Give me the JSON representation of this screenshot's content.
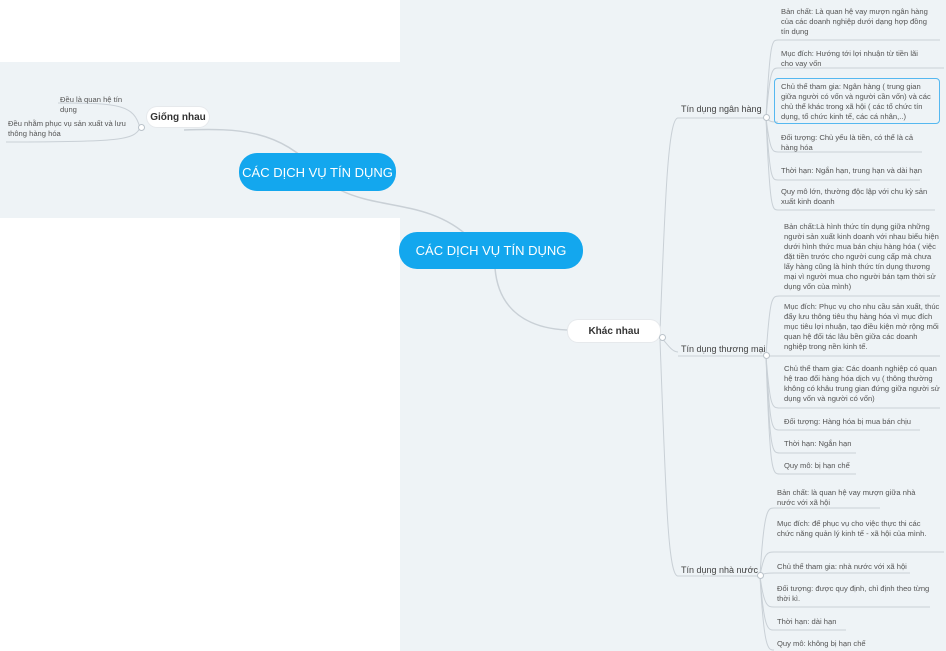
{
  "colors": {
    "central": "#13a7ee",
    "link": "#c9d0d6",
    "panel": "#eef3f6",
    "selection": "#55b8f0"
  },
  "left_panel": {
    "central": "CÁC DỊCH VỤ TÍN DỤNG",
    "topic": "Giống nhau",
    "items": [
      "Đều là quan hệ tín dụng",
      "Đều nhằm phục vụ sản xuất và lưu thông hàng hóa"
    ]
  },
  "map": {
    "central": "CÁC DỊCH VỤ TÍN DỤNG",
    "topic": "Khác nhau",
    "branches": [
      {
        "label": "Tín dụng ngân hàng",
        "items": [
          "Bản chất: Là quan hệ vay mượn ngân hàng của các doanh nghiệp dưới dạng hợp đồng tín dụng",
          "Mục đích: Hướng tới lợi nhuận từ tiền lãi cho vay vốn",
          "Chủ thể tham gia: Ngân hàng ( trung gian giữa người có vốn và người cần vốn) và các chủ thể khác trong xã hội ( các tổ chức tín dụng, tổ chức kinh tế, các cá nhân,..)",
          "Đối tượng: Chủ yếu là tiền, có thể là cả hàng hóa",
          "Thời hạn: Ngắn hạn, trung hạn và dài hạn",
          "Quy mô lớn, thường độc lập với chu kỳ sản xuất kinh doanh"
        ]
      },
      {
        "label": "Tín dụng thương mại",
        "items": [
          "Bản chất:Là hình thức tín dụng giữa những người sản xuất kinh doanh với nhau biểu hiện dưới hình thức mua bán chịu hàng hóa ( việc đặt tiền trước cho người cung cấp mà chưa lấy hàng cũng là hình thức tín dụng thương mại vì người mua cho người bán tạm thời sử dụng vốn của mình)",
          "Mục đích: Phục vụ cho nhu cầu sản xuất, thúc đẩy lưu thông tiêu thụ hàng hóa vì mục đích mục tiêu lợi nhuận, tạo điều kiện mở rộng mối quan hệ đối tác lâu bền giữa các doanh nghiệp trong nền kinh tế.",
          "Chủ thể tham gia:  Các doanh nghiệp có quan hệ trao đổi hàng hóa dịch vụ ( thông thường không có khâu trung gian đứng giữa người sử dụng vốn và người có vốn)",
          "Đối tượng: Hàng hóa bị mua bán chịu",
          "Thời hạn: Ngắn hạn",
          "Quy mô: bị hạn chế"
        ]
      },
      {
        "label": "Tín dụng nhà nước",
        "items": [
          "Bản chất: là quan hệ vay mượn giữa nhà nước với xã hội",
          "Mục đích: để phục vụ cho việc thực thi các chức năng quản lý kinh tế - xã hội của mình.",
          "Chủ thể tham gia: nhà nước với xã hội",
          "Đối tượng: được quy định, chỉ định theo từng thời kì.",
          "Thời hạn: dài hạn",
          "Quy mô: không bị hạn chế"
        ]
      }
    ]
  }
}
